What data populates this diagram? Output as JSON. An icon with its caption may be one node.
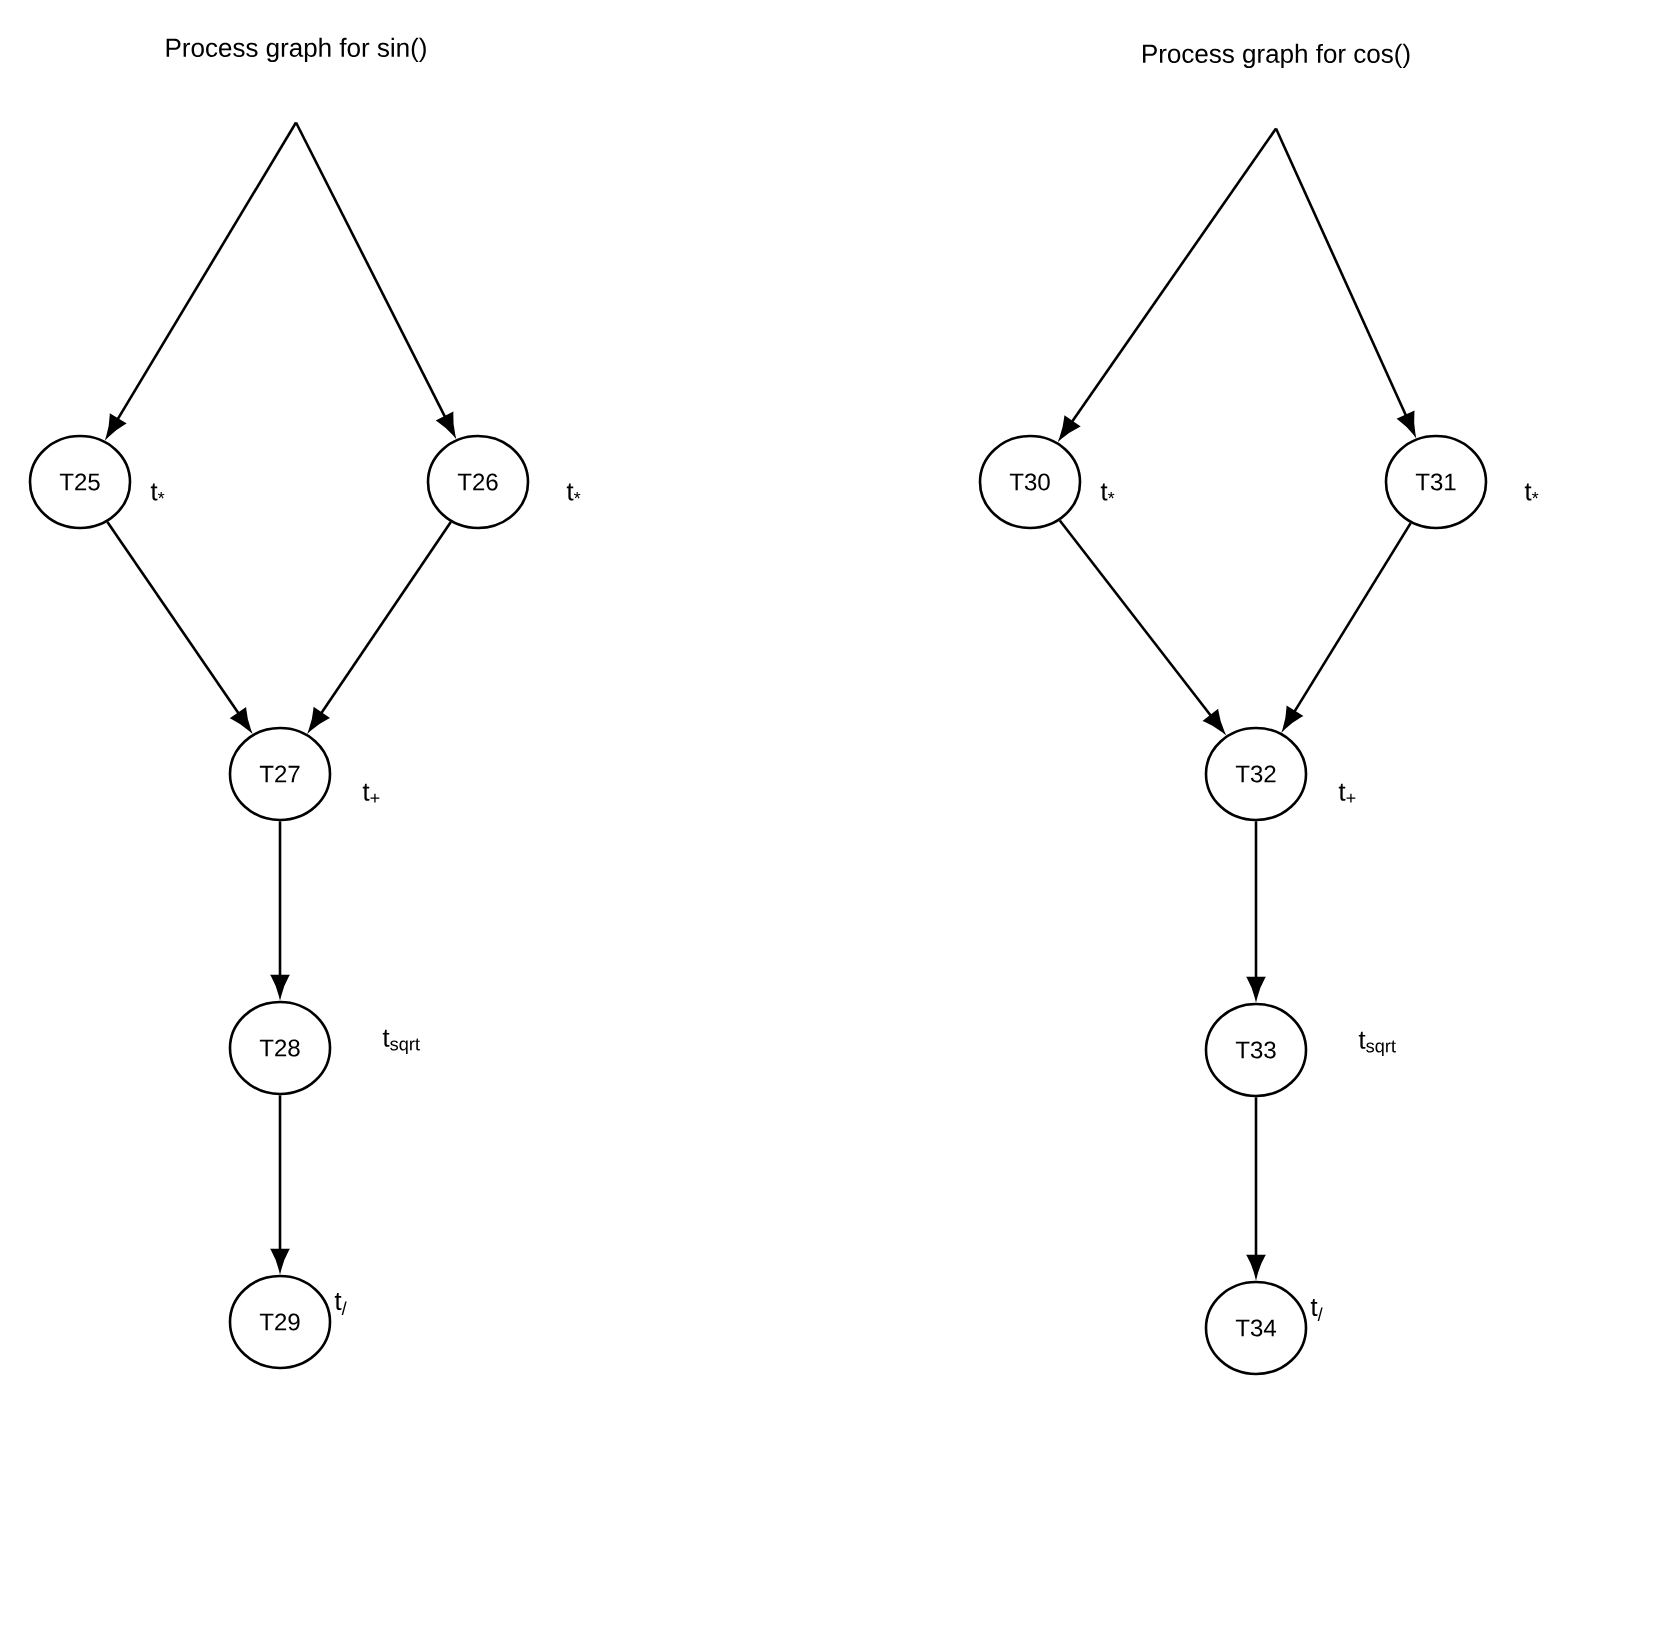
{
  "diagram": {
    "nodes": [
      {
        "text": [
          "Process graph for sin()"
        ]
      },
      {
        "text": [
          "T25"
        ],
        "beside": [
          "t$_{*}$"
        ]
      },
      {
        "text": [
          "T26"
        ],
        "beside": [
          "t$_{*}$"
        ]
      },
      {
        "text": [
          "T27"
        ],
        "beside": [
          "t$_{+}$"
        ]
      },
      {
        "text": [
          "T28"
        ],
        "beside": [
          "t$_{sqrt}$"
        ]
      },
      {
        "text": [
          "T29"
        ],
        "beside": [
          "t$_{/}$"
        ]
      },
      {
        "text": [
          "Process graph for cos()"
        ]
      },
      {
        "text": [
          "T30"
        ],
        "beside": [
          "t$_{*}$"
        ]
      },
      {
        "text": [
          "T31"
        ],
        "beside": [
          "t$_{*}$"
        ]
      },
      {
        "text": [
          "T32"
        ],
        "beside": [
          "t$_{+}$"
        ]
      },
      {
        "text": [
          "T33"
        ],
        "beside": [
          "t$_{sqrt}$"
        ]
      },
      {
        "text": [
          "T34"
        ],
        "beside": [
          "t$_{/}$"
        ]
      }
    ],
    "edges": [
      {
        "from": 0,
        "to": 1,
        "arrow": "to"
      },
      {
        "from": 0,
        "to": 2,
        "arrow": "to"
      },
      {
        "from": 1,
        "to": 3,
        "arrow": "to"
      },
      {
        "from": 2,
        "to": 3,
        "arrow": "to"
      },
      {
        "from": 3,
        "to": 4,
        "arrow": "to"
      },
      {
        "from": 4,
        "to": 5,
        "arrow": "to"
      },
      {
        "from": 6,
        "to": 7,
        "arrow": "to"
      },
      {
        "from": 6,
        "to": 8,
        "arrow": "to"
      },
      {
        "from": 7,
        "to": 9,
        "arrow": "to"
      },
      {
        "from": 8,
        "to": 9,
        "arrow": "to"
      },
      {
        "from": 9,
        "to": 10,
        "arrow": "to"
      },
      {
        "from": 10,
        "to": 11,
        "arrow": "to"
      }
    ]
  }
}
